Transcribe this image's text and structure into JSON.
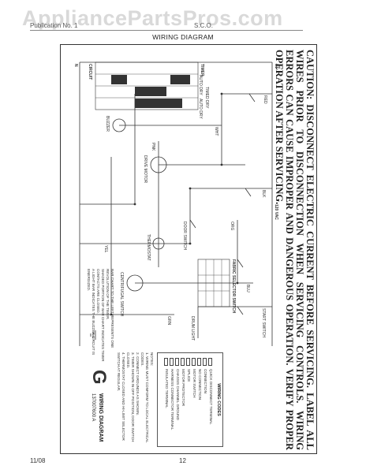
{
  "watermark": "AppliancePartsPros.com",
  "header": {
    "left": "Publication No. 1",
    "right": "S.C.O."
  },
  "page_title": "WIRING DIAGRAM",
  "caution": "CAUTION: DISCONNECT ELECTRIC CURRENT BEFORE SERVICING. LABEL ALL WIRES PRIOR TO DISCONNECTION WHEN SERVICING CONTROLS. WIRING ERRORS CAN CAUSE IMPROPER AND DANGEROUS OPERATION. VERIFY PROPER OPERATION AFTER SERVICING.",
  "schematic": {
    "voltage": "120 VAC",
    "line_label": "L1",
    "neutral_label": "N",
    "labels": {
      "red": "RED",
      "wht": "WHT",
      "blk": "BLK",
      "org": "ORG",
      "yel": "YEL",
      "pnk": "PNK",
      "blu": "BLU",
      "grn": "GRN",
      "timer": "TIMER",
      "drive_motor": "DRIVE MOTOR",
      "start_switch": "START SWITCH",
      "door_switch": "DOOR SWITCH",
      "buzzer": "BUZZER",
      "thermostat": "THERMOSTAT",
      "fabric_selector": "FABRIC SELECTOR SWITCH",
      "centrifugal_switch": "CENTRIFUGAL SWITCH",
      "drum_light": "DRUM LIGHT"
    }
  },
  "legend": {
    "title": "WIRING CODES",
    "items": [
      "QUICK DISCONNECT TERMINAL",
      "CONNECTION",
      "NO CONNECTION",
      "MOTOR SWITCH",
      "SPLICE",
      "MOTOR PROTECTOR",
      "CHASSIS CHANNEL GROUND",
      "HARNESS CONNECTOR TERMINAL",
      "INSULATED TERMINAL"
    ]
  },
  "notes": {
    "title": "NOTES:",
    "lines": [
      "1. WIRING MUST CONFORM TO LOCAL ELECTRICAL CODES.",
      "2. CONNECT GROUNDS AS SHOWN.",
      "3. TIMER SHOWN IN OFF POSITION, DOOR SWITCH CLOSED.",
      "4. THERMOSTAT CLOSED AND HI-LIMIT SELECTOR SWITCH AT REGULAR."
    ]
  },
  "bar_chart_note": [
    "BAR CHART TO THE LEFT REPRESENTS ONE REVOLUTION OF THE TIMER.",
    "SHADED PORTION OF BAR CHART INDICATES TIMER CONTACTS ARE CLOSED.",
    "A LIGHT BAR INDICATES THE BUZZER CIRCUIT IS ENERGIZED."
  ],
  "bar_chart_headers": [
    "CIRCUIT",
    "AUTO DRY",
    "TIMED DRY",
    "AUTO DRY"
  ],
  "drawing": {
    "letter": "G",
    "title": "WIRING DIAGRAM",
    "number": "137007600 A"
  },
  "footer": {
    "date": "11/08",
    "page": "12"
  }
}
